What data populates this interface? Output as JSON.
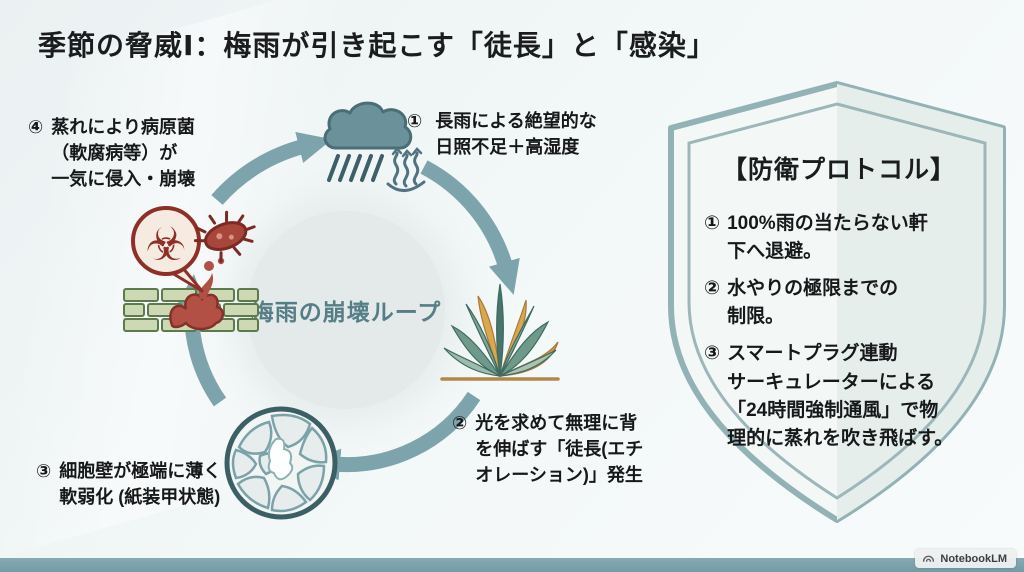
{
  "title": "季節の脅威Ⅰ：梅雨が引き起こす「徒長」と「感染」",
  "loop": {
    "center_label": "梅雨の崩壊ループ",
    "steps": [
      {
        "number": "①",
        "text": "長雨による絶望的な\n日照不足＋高湿度",
        "icon": "rain-cloud-humidity-icon"
      },
      {
        "number": "②",
        "text": "光を求めて無理に背\nを伸ばす「徒長(エチ\nオレーション)」発生",
        "icon": "etiolated-plant-icon"
      },
      {
        "number": "③",
        "text": "細胞壁が極端に薄く\n軟弱化 (紙装甲状態)",
        "icon": "thin-cell-wall-icon"
      },
      {
        "number": "④",
        "text": "蒸れにより病原菌\n（軟腐病等）が\n一気に侵入・崩壊",
        "icon": "pathogen-invasion-icon"
      }
    ]
  },
  "shield": {
    "title": "【防衛プロトコル】",
    "items": [
      {
        "number": "①",
        "text": "100%雨の当たらない軒\n下へ退避。"
      },
      {
        "number": "②",
        "text": "水やりの極限までの\n制限。"
      },
      {
        "number": "③",
        "text": "スマートプラグ連動\nサーキュレーターによる\n「24時間強制通風」で物\n理的に蒸れを吹き飛ばす。"
      }
    ]
  },
  "footer": {
    "badge_label": "NotebookLM"
  },
  "icons": {
    "biohazard_glyph": "☣"
  },
  "colors": {
    "accent_teal": "#7da4ac",
    "loop_label": "#557e87",
    "shield_border": "#93b2b6",
    "footer_bar": "#7aa3ab",
    "danger_red": "#8e2f28",
    "plant_green": "#47756b",
    "plant_orange": "#d9a84e"
  }
}
